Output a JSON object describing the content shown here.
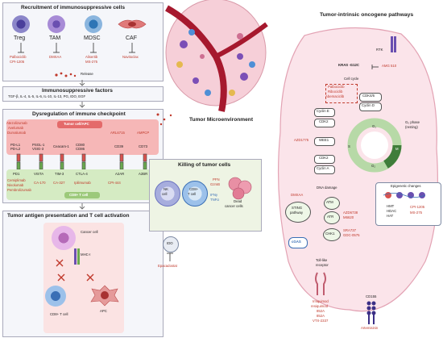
{
  "recruitment": {
    "title": "Recruitment of immunosuppressive cells",
    "cells": [
      {
        "name": "Treg",
        "drugs": [
          "Palbociclib",
          "CPI-1205"
        ]
      },
      {
        "name": "TAM",
        "drugs": [
          "DMXAA"
        ]
      },
      {
        "name": "MDSC",
        "drugs": [
          "Alisertib",
          "MS-275"
        ]
      },
      {
        "name": "CAF",
        "drugs": [
          "Navitoclax"
        ]
      }
    ],
    "release_label": "Release"
  },
  "factors": {
    "title": "Immunosuppressive factors",
    "list": "TGF-β, IL-4, IL-5, IL-6, IL-10, IL-13, PG, IDO, EGF"
  },
  "checkpoint": {
    "title": "Dysregulation of immune checkpoint",
    "tumor_cell_label": "Tumor cell/APC",
    "cd8_label": "CD8+ T cell",
    "top_drugs": [
      {
        "lines": [
          "Atezolizumab",
          "Avelumab",
          "Durvalumab"
        ]
      },
      {
        "lines": [
          "ARL6715"
        ]
      },
      {
        "lines": [
          "AMPCP"
        ]
      }
    ],
    "ligands": [
      [
        "PD-L1",
        "PD-L2"
      ],
      [
        "PSGL-1",
        "VSIG-3"
      ],
      [
        "Ceacam-1"
      ],
      [
        "CD80",
        "CD86"
      ],
      [
        "CD39"
      ],
      [
        "CD73"
      ]
    ],
    "receptors": [
      "PD1",
      "VISTA",
      "TIM-3",
      "CTLA-4",
      "A2AR",
      "A2BR"
    ],
    "bottom_drugs": [
      {
        "lines": [
          "Cemiplimab",
          "Nivolumab",
          "Pembrolizumab"
        ]
      },
      {
        "lines": [
          "CA-170"
        ]
      },
      {
        "lines": [
          "CA-327"
        ]
      },
      {
        "lines": [
          "Ipilimumab"
        ]
      },
      {
        "lines": [
          "CPI-444"
        ]
      }
    ]
  },
  "antigen": {
    "title": "Tumor antigen presentation and T cell activation",
    "cancer_cell": "Cancer cell",
    "mhc": "MHC-I",
    "tcell": "CD8+ T cell",
    "apc": "APC"
  },
  "tme": {
    "label": "Tumor Microenvironment"
  },
  "killing": {
    "title": "Killing of tumor cells",
    "nk": [
      "NK",
      "cell"
    ],
    "cd8": [
      "CD8+",
      "T cell"
    ],
    "prf": "PFN",
    "gzmb": "GzmB",
    "ifn": "IFNγ",
    "tnf": "TNFα",
    "dead": [
      "Dead",
      "cancer cells"
    ],
    "ido": "IDO",
    "ido_drug": "Epacadostat"
  },
  "oncogene": {
    "title": "Tumor-intrinsic oncogene pathways",
    "rtk": "RTK",
    "kras": "KRAS -G12C",
    "kras_drug": "AMG 510",
    "cell_cycle": "Cell cycle",
    "cdk_drugs": [
      "Palbociclib",
      "Ribociclib",
      "Abemaciclib"
    ],
    "cdk46": "CDK4/6",
    "cyclin_d": "Cyclin D",
    "cyclin_e": "Cyclin E",
    "cdk2_a": "CDK2",
    "wee1": "WEE1",
    "wee1_drug": "AZD1775",
    "cdk2_b": "CDK2",
    "cyclin_a": "Cyclin A",
    "g0": [
      "G₀ phase",
      "(resting)"
    ],
    "phases": {
      "g1": "G₁",
      "s": "S",
      "g2": "G₂",
      "m": "M"
    },
    "dna_damage": "DNA damage",
    "dmxaa": "DMXAA",
    "sting": [
      "STING",
      "pathway"
    ],
    "atm": "ATM",
    "atr": "ATR",
    "atr_drugs": [
      "AZD6738",
      "M6620"
    ],
    "chk1": "CHK1",
    "chk1_drugs": [
      "SRA737",
      "GDC-0575"
    ],
    "cgas": "cGAS",
    "epigenetic": {
      "title": "Epigenetic changes",
      "items": [
        "HMT",
        "HDAC",
        "HAT"
      ],
      "drugs": [
        "CPI-1205",
        "MS-275"
      ]
    },
    "tlr": [
      "Toll-like",
      "receptor"
    ],
    "tlr_drugs": [
      "Imiquimod",
      "resiquimod",
      "852A",
      "852A",
      "VTX-2337"
    ],
    "cd155": "CD155",
    "cd155_drug": "Artemisinin"
  },
  "colors": {
    "drug": "#c0392b",
    "panel_border": "#9aa3b5",
    "tumor_cell": "#fbe4ea",
    "checkpoint_top": "#f4a9a9",
    "checkpoint_bottom": "#d8ecc7",
    "killing_bg": "#eef4e4"
  }
}
